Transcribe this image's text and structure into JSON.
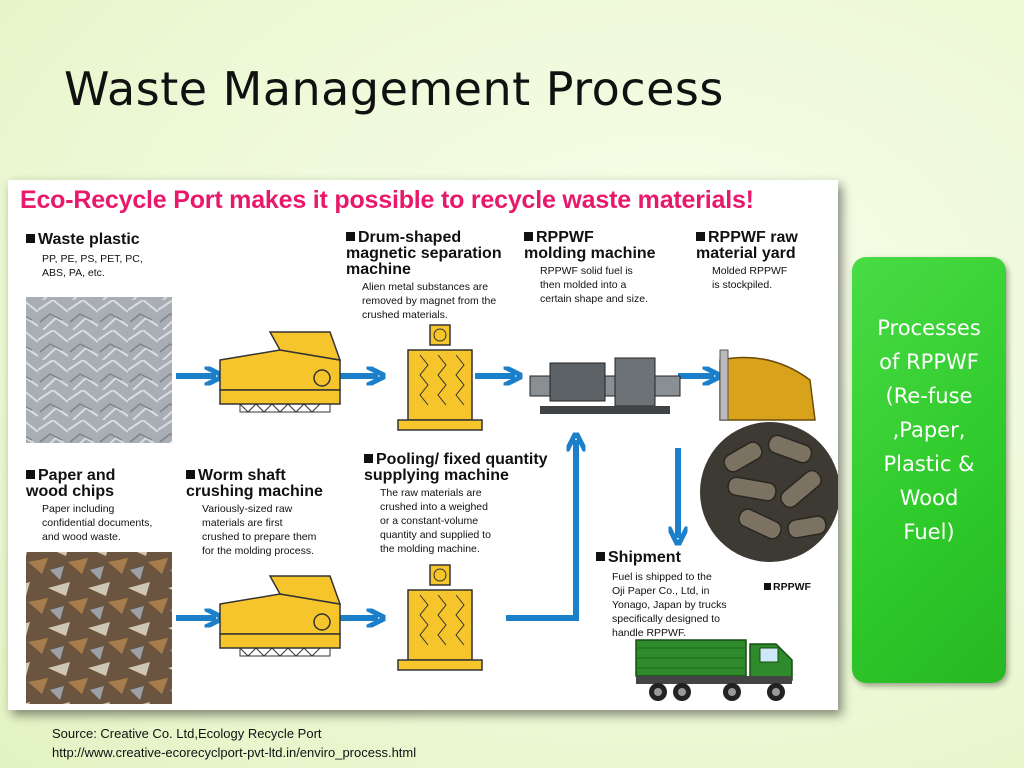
{
  "slide": {
    "title": "Waste Management Process"
  },
  "figure": {
    "title": "Eco-Recycle Port makes it possible to recycle waste materials!",
    "steps": {
      "waste_plastic": {
        "label": "Waste plastic",
        "desc": "PP, PE, PS, PET, PC,\nABS, PA, etc."
      },
      "drum_separation": {
        "label": "Drum-shaped\nmagnetic separation\nmachine",
        "desc": "Alien metal substances are\nremoved by magnet from the\ncrushed materials."
      },
      "molding": {
        "label": "RPPWF\nmolding machine",
        "desc": "RPPWF solid fuel is\nthen molded into a\ncertain shape and size."
      },
      "raw_yard": {
        "label": "RPPWF raw\nmaterial yard",
        "desc": "Molded RPPWF\nis stockpiled."
      },
      "paper_wood": {
        "label": "Paper and\nwood chips",
        "desc": "Paper including\nconfidential documents,\nand wood waste."
      },
      "worm_shaft": {
        "label": "Worm shaft\ncrushing machine",
        "desc": "Variously-sized raw\nmaterials are first\ncrushed to prepare them\nfor the molding process."
      },
      "pooling": {
        "label": "Pooling/ fixed quantity\nsupplying machine",
        "desc": "The raw materials are\ncrushed into a weighed\nor a constant-volume\nquantity and supplied to\nthe molding machine."
      },
      "shipment": {
        "label": "Shipment",
        "desc": "Fuel is shipped to the\nOji Paper Co., Ltd, in\nYonago, Japan by trucks\nspecifically designed to\nhandle RPPWF."
      }
    },
    "pellet_label": "RPPWF"
  },
  "callout": {
    "text": "Processes\nof RPPWF\n(Re-fuse\n,Paper,\nPlastic &\nWood\nFuel)"
  },
  "source": {
    "line1": "Source: Creative Co. Ltd,Ecology Recycle Port",
    "line2": "http://www.creative-ecorecyclport-pvt-ltd.in/enviro_process.html"
  },
  "colors": {
    "title_pink": "#e8196b",
    "arrow_blue": "#1b7fc9",
    "machine_yellow": "#f6c52c",
    "callout_green": "#33cc2e"
  }
}
